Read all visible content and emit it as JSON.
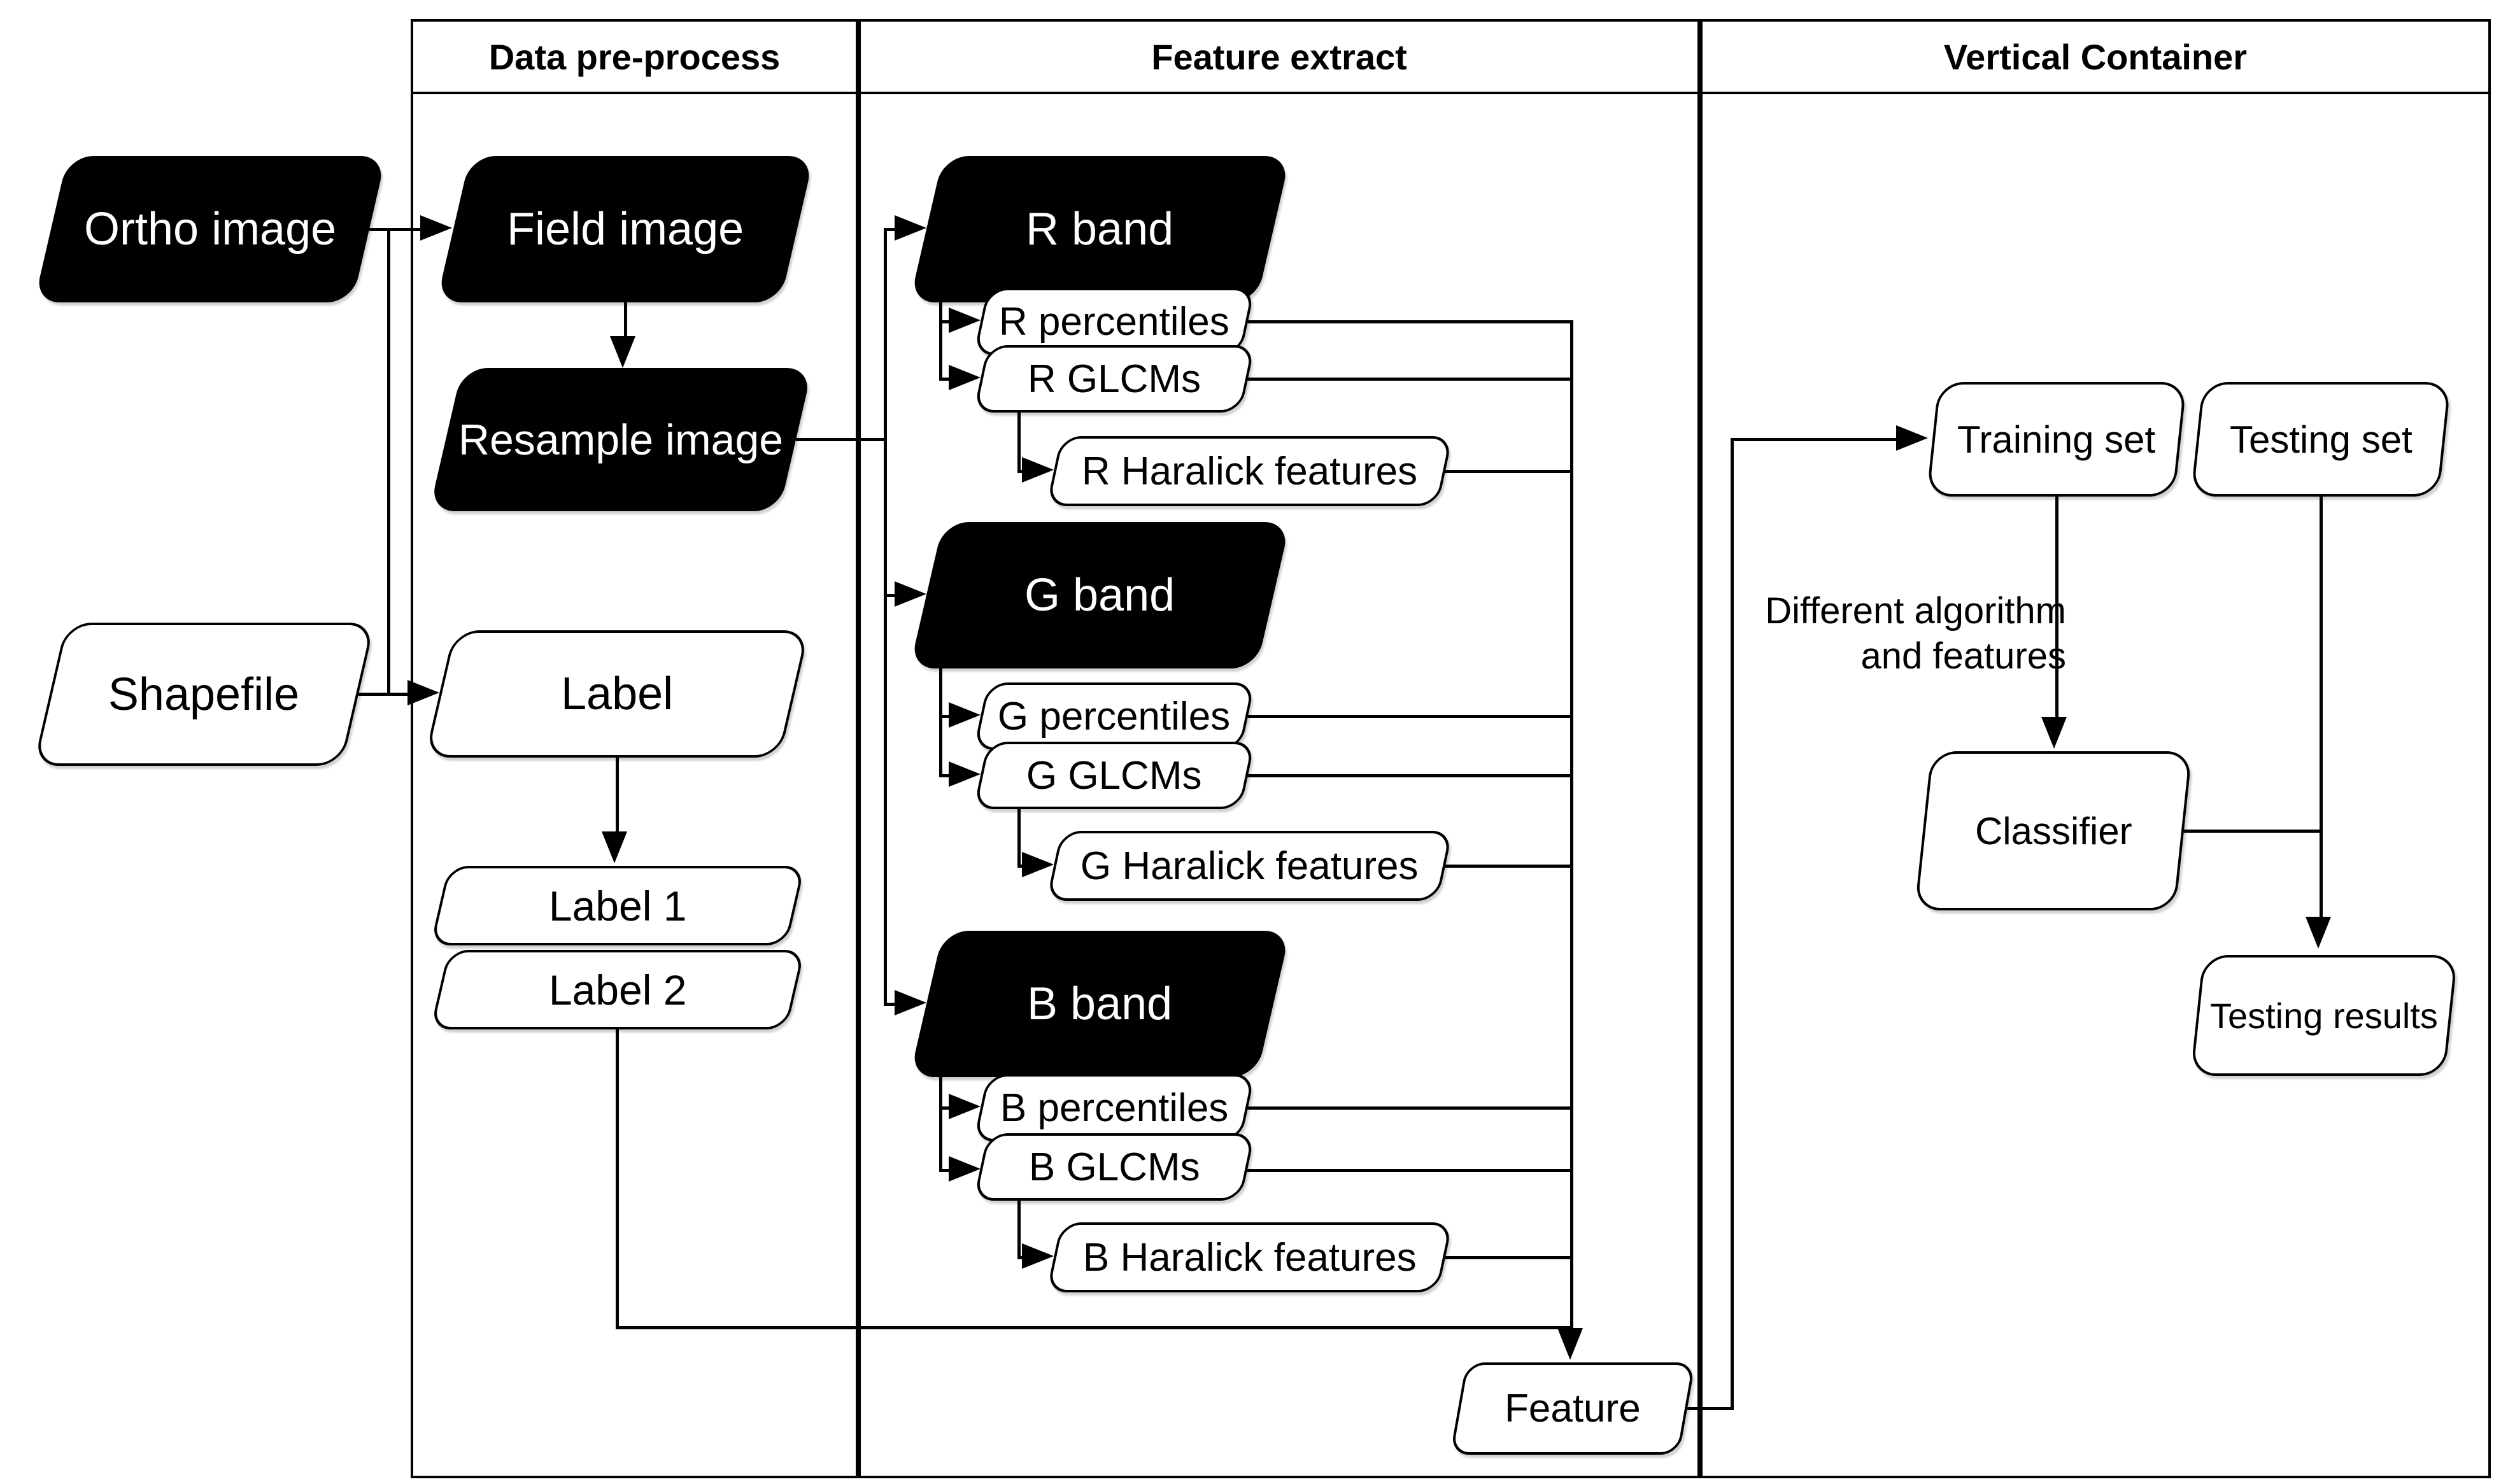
{
  "containers": [
    {
      "title": "Data pre-process"
    },
    {
      "title": "Feature extract"
    },
    {
      "title": "Vertical Container"
    }
  ],
  "nodes": {
    "ortho": "Ortho image",
    "shapefile": "Shapefile",
    "field": "Field image",
    "resample": "Resample image",
    "label": "Label",
    "label1": "Label 1",
    "label2": "Label 2",
    "r_band": "R band",
    "r_percentiles": "R percentiles",
    "r_glcms": "R GLCMs",
    "r_haralick": "R Haralick features",
    "g_band": "G band",
    "g_percentiles": "G percentiles",
    "g_glcms": "G GLCMs",
    "g_haralick": "G Haralick features",
    "b_band": "B band",
    "b_percentiles": "B percentiles",
    "b_glcms": "B GLCMs",
    "b_haralick": "B Haralick features",
    "feature": "Feature",
    "training_set": "Training set",
    "testing_set": "Testing set",
    "classifier": "Classifier",
    "testing_results": "Testing results"
  },
  "annotation": {
    "line1": "Different algorithm",
    "line2": "and features"
  },
  "colors": {
    "node_fill_dark": "#000000",
    "node_fill_light": "#ffffff",
    "line": "#000000",
    "background": "#ffffff"
  }
}
